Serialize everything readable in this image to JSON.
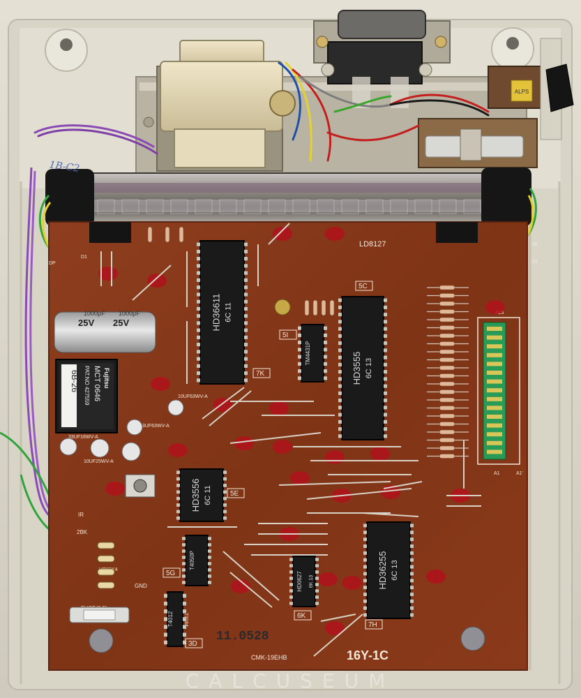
{
  "board": {
    "label_ld": "LD8127",
    "label_model": "CMK-19EHB",
    "label_rev": "16Y-1C",
    "date_stamp": "11.0528",
    "handwritten": "1B-C2",
    "fuse_label": "FUSE(0.5)",
    "gnd_label": "GND",
    "zener_label": "VO55X4",
    "ir_label": "IR",
    "tbk_label": "2BK",
    "t3184_label": "T3184"
  },
  "chips": [
    {
      "id": "7K",
      "part": "HD36611",
      "code": "6C 11"
    },
    {
      "id": "5C",
      "part": "HD3555",
      "code": "6C 13"
    },
    {
      "id": "5I",
      "part": "HD3556",
      "code": "6C 11"
    },
    {
      "id": "3D",
      "part": "T4012",
      "code": ""
    },
    {
      "id": "5G",
      "part": "T4050P",
      "code": ""
    },
    {
      "id": "6K",
      "part": "HD0627",
      "code": "6K 13"
    },
    {
      "id": "7H",
      "part": "HD36255",
      "code": "6C 13"
    },
    {
      "id": "5I2",
      "part": "TM4431P",
      "code": ""
    }
  ],
  "chip_labels": [
    "7K",
    "5C",
    "5E",
    "3D",
    "5G",
    "6K",
    "7H",
    "5I"
  ],
  "capacitors": {
    "big_cap_1": "25V",
    "big_cap_2": "25V",
    "ink_1": "1000μF",
    "ink_2": "1000μF",
    "cap_small_a": "10UF63WV-A",
    "cap_small_b": "33UF63WV-A",
    "cap_small_c": "10UF25WV-A",
    "cap_small_d": "33UF16WV-A"
  },
  "module": {
    "brand": "Fujitsu",
    "model": "MCT 0646",
    "patent": "PAT.NO 427559",
    "batch": "6B-26"
  },
  "switch_label": "ALPS",
  "connector_labels": {
    "a15": "A15",
    "a1": "A1",
    "a1p": "A1'",
    "s3": "S3",
    "s8": "S8",
    "dp": "DP",
    "d1": "D1"
  },
  "watermark": "CALCUSEUM",
  "colors": {
    "pcb": "#8a3a1a",
    "case": "#dcd8cb",
    "chip": "#1a1a1a",
    "solder_mask_blob": "#b0101a"
  }
}
